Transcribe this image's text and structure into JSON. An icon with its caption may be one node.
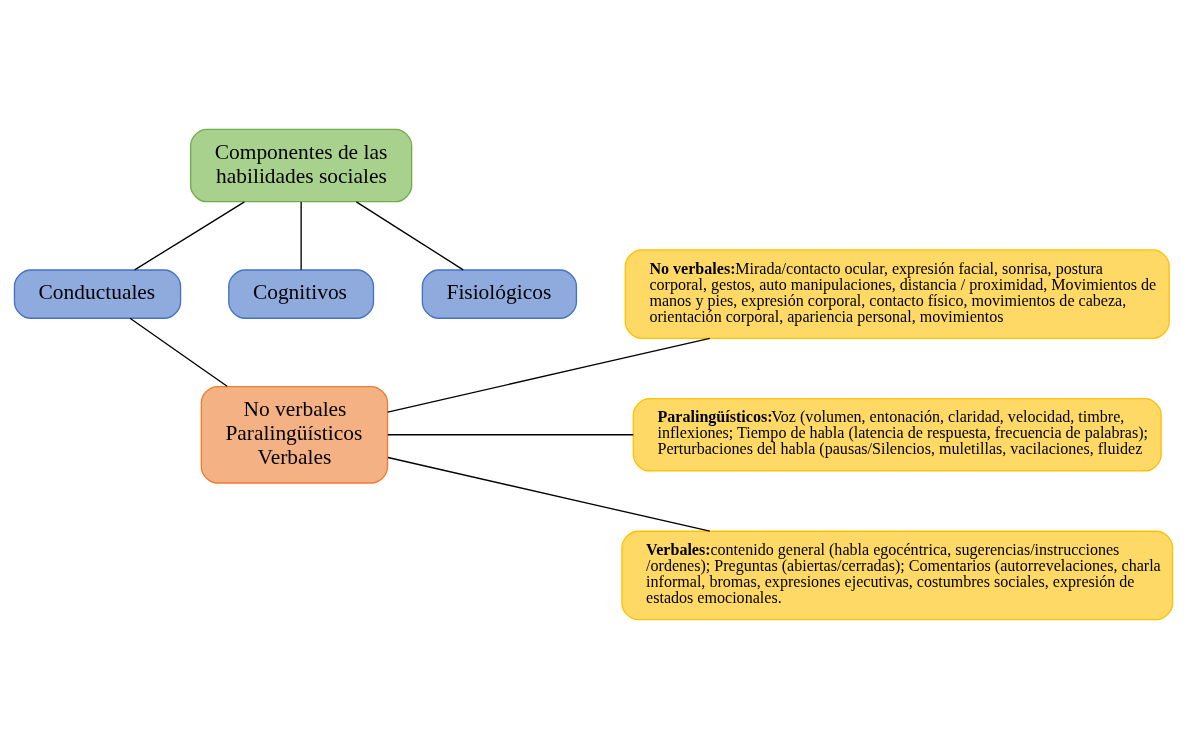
{
  "diagram": {
    "nodes": [
      {
        "text": [
          "Componentes de las habilidades sociales"
        ]
      },
      {
        "text": [
          "Conductuales"
        ]
      },
      {
        "text": [
          "Cognitivos"
        ]
      },
      {
        "text": [
          "Fisiológicos"
        ]
      },
      {
        "text": [
          "No verbales Paralingüísticos Verbales"
        ]
      },
      {
        "text": [
          "No verbales:",
          "Mirada/contacto ocular, expresión facial, sonrisa, postura corporal, gestos, auto manipulaciones, distancia / proximidad, Movimientos de manos y pies, expresión corporal, contacto físico, movimientos de cabeza, orientación corporal, apariencia personal, movimientos"
        ]
      },
      {
        "text": [
          "Paralingüísticos:",
          "Voz (volumen, entonación, claridad, velocidad, timbre, inflexiones; Tiempo de habla (latencia de respuesta, frecuencia de palabras); Perturbaciones del habla (pausas/Silencios, muletillas, vacilaciones, fluidez"
        ]
      },
      {
        "text": [
          "Verbales:",
          "contenido general (habla egocéntrica, sugerencias/instrucciones /ordenes); Preguntas (abiertas/cerradas); Comentarios (autorrevelaciones, charla informal, bromas, expresiones ejecutivas, costumbres sociales, expresión de estados emocionales."
        ]
      }
    ],
    "edges": [
      {
        "from": 0,
        "to": 1,
        "arrow": "none"
      },
      {
        "from": 0,
        "to": 2,
        "arrow": "none"
      },
      {
        "from": 0,
        "to": 3,
        "arrow": "none"
      },
      {
        "from": 1,
        "to": 4,
        "arrow": "none"
      },
      {
        "from": 4,
        "to": 5,
        "arrow": "none"
      },
      {
        "from": 4,
        "to": 6,
        "arrow": "none"
      },
      {
        "from": 4,
        "to": 7,
        "arrow": "none"
      }
    ]
  }
}
